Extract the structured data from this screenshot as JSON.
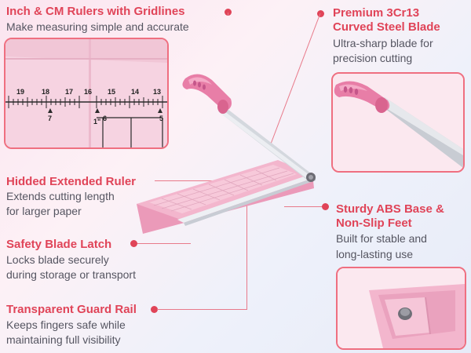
{
  "features": {
    "rulers": {
      "title": "Inch & CM Rulers with Gridlines",
      "desc": "Make measuring simple and accurate"
    },
    "blade": {
      "title_line1": "Premium 3Cr13",
      "title_line2": "Curved Steel Blade",
      "desc_line1": "Ultra-sharp blade for",
      "desc_line2": "precision cutting"
    },
    "extended_ruler": {
      "title": "Hidded Extended Ruler",
      "desc_line1": "Extends cutting length",
      "desc_line2": "for larger paper"
    },
    "base": {
      "title_line1": "Sturdy ABS Base &",
      "title_line2": "Non-Slip Feet",
      "desc_line1": "Built for stable and",
      "desc_line2": "long-lasting use"
    },
    "latch": {
      "title": "Safety Blade Latch",
      "desc_line1": "Locks blade securely",
      "desc_line2": "during storage or transport"
    },
    "guard": {
      "title": "Transparent Guard Rail",
      "desc_line1": "Keeps fingers safe while",
      "desc_line2": "maintaining full visibility"
    }
  },
  "ruler_panel": {
    "inch_labels": [
      "19",
      "18",
      "17",
      "16",
      "15",
      "14",
      "13"
    ],
    "cm_labels": [
      "7",
      "6",
      "5"
    ],
    "inch_marker": "1\""
  },
  "colors": {
    "accent": "#e04458",
    "panel_border": "#ef6f80",
    "product_pink": "#f3b6cd"
  }
}
